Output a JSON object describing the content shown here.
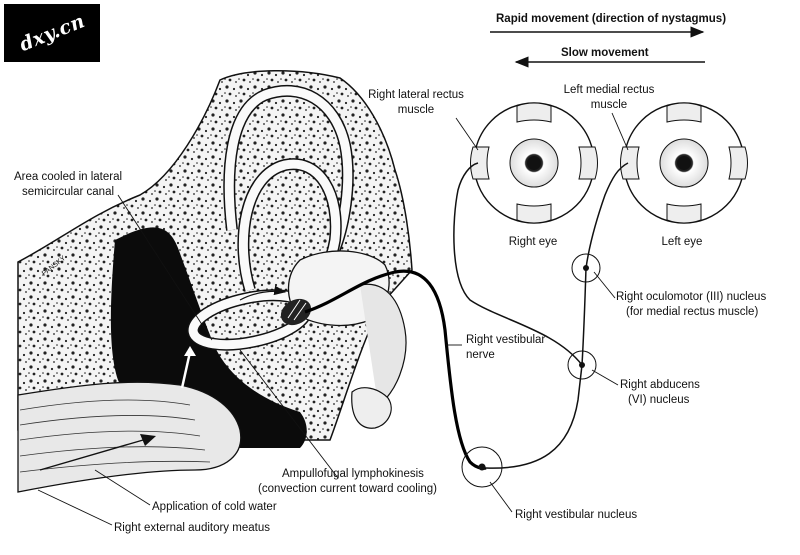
{
  "watermark": "dxy.cn",
  "arrows": {
    "rapid": "Rapid movement (direction of nystagmus)",
    "slow": "Slow movement"
  },
  "labels": {
    "right_lateral_rectus": [
      "Right lateral rectus",
      "muscle"
    ],
    "left_medial_rectus": [
      "Left medial rectus",
      "muscle"
    ],
    "right_eye": "Right eye",
    "left_eye": "Left eye",
    "area_cooled": [
      "Area cooled in lateral",
      "semicircular canal"
    ],
    "oculomotor": [
      "Right oculomotor (III) nucleus",
      "(for medial rectus muscle)"
    ],
    "vestibular_nerve": [
      "Right vestibular",
      "nerve"
    ],
    "abducens": [
      "Right abducens",
      "(VI) nucleus"
    ],
    "ampullofugal": [
      "Ampullofugal lymphokinesis",
      "(convection current toward cooling)"
    ],
    "cold_water": "Application of cold water",
    "vestibular_nucleus": "Right vestibular nucleus",
    "auditory_meatus": "Right external auditory meatus",
    "artist_signature": "PANSKY"
  }
}
